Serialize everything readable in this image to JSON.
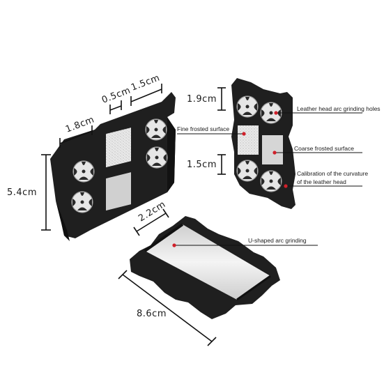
{
  "dimensions": {
    "d_1_8": "1.8cm",
    "d_0_5": "0.5cm",
    "d_1_5_top": "1.5cm",
    "d_5_4": "5.4cm",
    "d_1_9": "1.9cm",
    "d_1_5_side": "1.5cm",
    "d_2_2": "2.2cm",
    "d_8_6": "8.6cm"
  },
  "annotations": {
    "leather_holes": "Leather head arc grinding holes",
    "fine_surface": "Fine frosted surface",
    "coarse_surface": "Coarse frosted surface",
    "calibration_1": "Calibration of the curvature",
    "calibration_2": "of the leather head",
    "u_arc": "U-shaped arc grinding"
  },
  "colors": {
    "body": "#1f1f1f",
    "marker": "#d0202a",
    "pad": "#d9d9d9"
  }
}
